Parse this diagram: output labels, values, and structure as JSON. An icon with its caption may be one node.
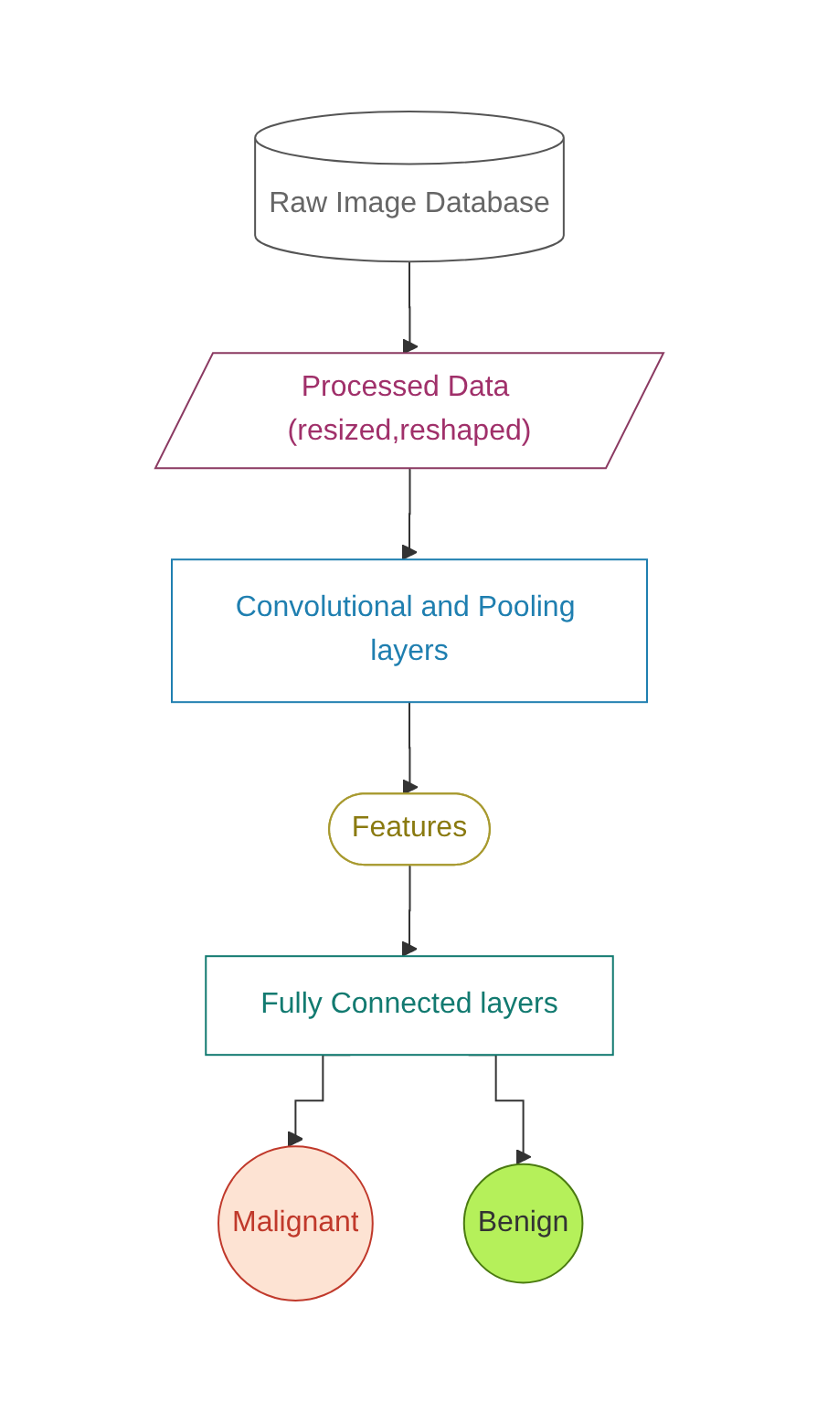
{
  "diagram": {
    "nodes": [
      {
        "text": [
          "Raw Image Database"
        ]
      },
      {
        "text": [
          "Processed Data (resized,reshaped)"
        ]
      },
      {
        "text": [
          "Convolutional and Pooling layers"
        ]
      },
      {
        "text": [
          "Features"
        ]
      },
      {
        "text": [
          "Fully Connected layers"
        ]
      },
      {
        "text": [
          "Malignant"
        ]
      },
      {
        "text": [
          "Benign"
        ]
      }
    ],
    "edges": [
      {
        "from": 0,
        "to": 1,
        "arrow": "to"
      },
      {
        "from": 1,
        "to": 2,
        "arrow": "to"
      },
      {
        "from": 2,
        "to": 3,
        "arrow": "to"
      },
      {
        "from": 3,
        "to": 4,
        "arrow": "to"
      },
      {
        "from": 4,
        "to": 5,
        "arrow": "to"
      },
      {
        "from": 4,
        "to": 6,
        "arrow": "to"
      }
    ]
  }
}
